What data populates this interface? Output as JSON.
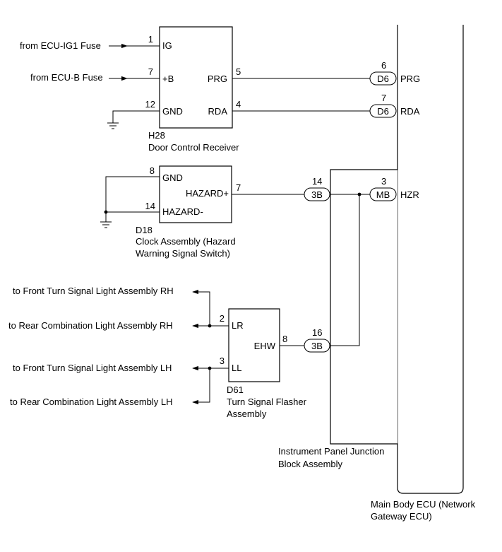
{
  "sources": {
    "ecu_ig1": "from ECU-IG1 Fuse",
    "ecu_b": "from ECU-B Fuse"
  },
  "h28": {
    "code": "H28",
    "name": "Door Control Receiver",
    "pins": {
      "ig": {
        "num": "1",
        "label": "IG"
      },
      "b": {
        "num": "7",
        "label": "+B"
      },
      "gnd": {
        "num": "12",
        "label": "GND"
      },
      "prg": {
        "num": "5",
        "label": "PRG"
      },
      "rda": {
        "num": "4",
        "label": "RDA"
      }
    }
  },
  "d18": {
    "code": "D18",
    "name_line1": "Clock Assembly (Hazard",
    "name_line2": "Warning Signal Switch)",
    "pins": {
      "gnd": {
        "num": "8",
        "label": "GND"
      },
      "hazard_minus": {
        "num": "14",
        "label": "HAZARD-"
      },
      "hazard_plus": {
        "num": "7",
        "label": "HAZARD+"
      }
    }
  },
  "d61": {
    "code": "D61",
    "name_line1": "Turn Signal Flasher",
    "name_line2": "Assembly",
    "pins": {
      "lr": {
        "num": "2",
        "label": "LR"
      },
      "ll": {
        "num": "3",
        "label": "LL"
      },
      "ehw": {
        "num": "8",
        "label": "EHW"
      }
    }
  },
  "outputs": {
    "front_rh": "to Front Turn Signal Light Assembly RH",
    "rear_rh": "to Rear Combination Light Assembly RH",
    "front_lh": "to Front Turn Signal Light Assembly LH",
    "rear_lh": "to Rear Combination Light Assembly LH"
  },
  "junction_block": {
    "name_line1": "Instrument Panel Junction",
    "name_line2": "Block Assembly",
    "conn_hazard": {
      "code": "3B",
      "num": "14"
    },
    "conn_ehw": {
      "code": "3B",
      "num": "16"
    }
  },
  "main_ecu": {
    "name_line1": "Main Body ECU (Network",
    "name_line2": "Gateway ECU)",
    "prg": {
      "code": "D6",
      "num": "6",
      "label": "PRG"
    },
    "rda": {
      "code": "D6",
      "num": "7",
      "label": "RDA"
    },
    "hzr": {
      "code": "MB",
      "num": "3",
      "label": "HZR"
    }
  }
}
